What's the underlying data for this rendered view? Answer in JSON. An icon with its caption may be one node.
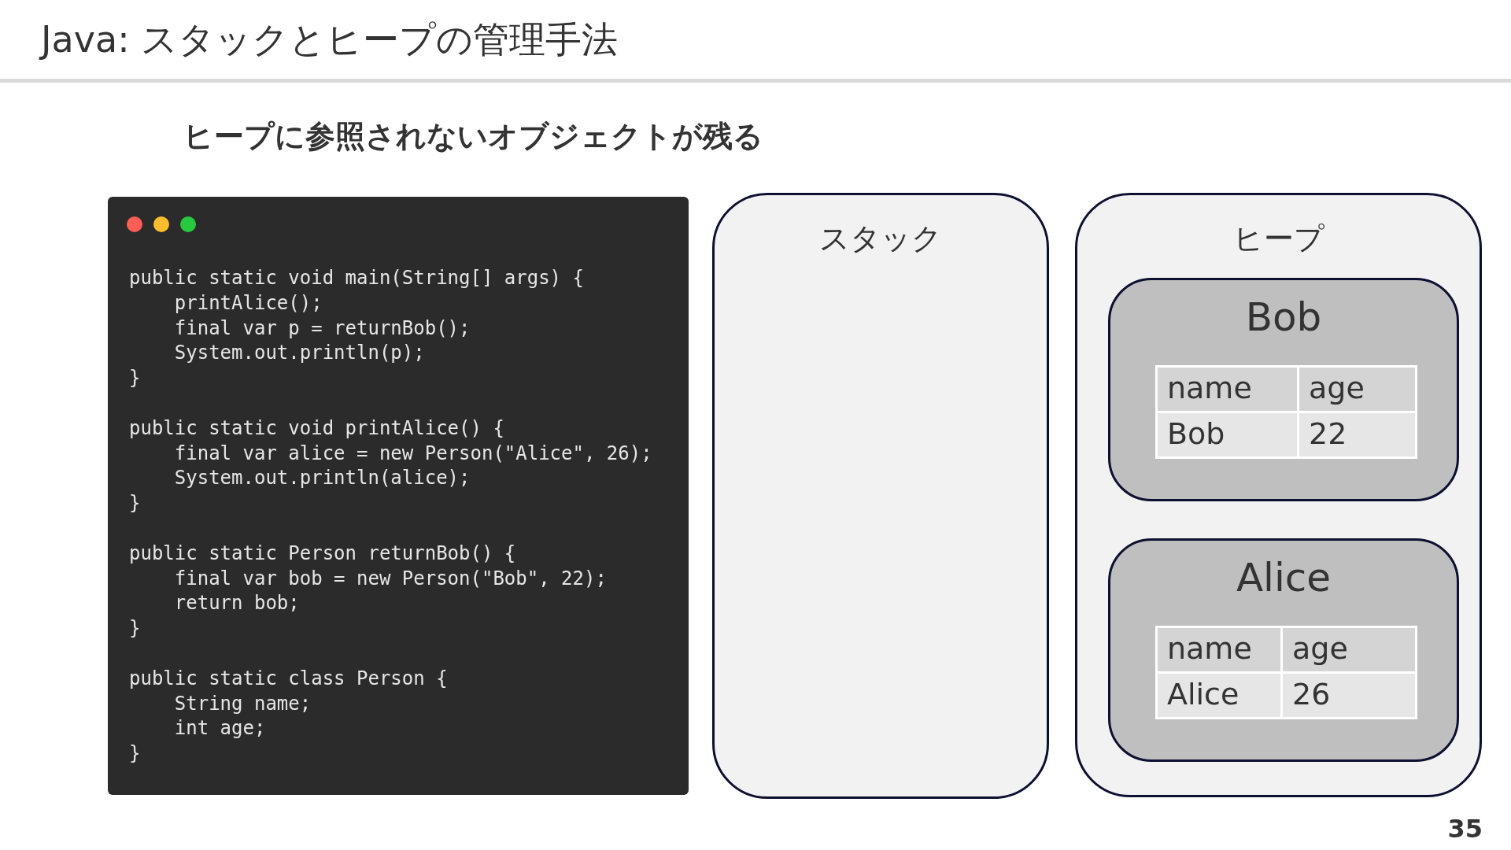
{
  "diagram": {
    "title": "Java: スタックとヒープの管理手法",
    "nodes": [
      {
        "text": [
          "public static void main(String[] args) {",
          "    printAlice();",
          "    final var p = returnBob();",
          "    System.out.println(p);",
          "}",
          "public static void printAlice() {",
          "    final var alice = new Person(\"Alice\", 26);",
          "    System.out.println(alice);",
          "}",
          "public static Person returnBob() {",
          "    final var bob = new Person(\"Bob\", 22);",
          "    return bob;",
          "}",
          "public static class Person {",
          "    String name;",
          "    int age;",
          "}"
        ]
      },
      {
        "text": [
          "スタック"
        ]
      },
      {
        "text": [
          "ヒープ"
        ]
      },
      {
        "text": [
          "Bob",
          "name",
          "age",
          "Bob",
          "22"
        ],
        "in": 2
      },
      {
        "text": [
          "Alice",
          "name",
          "age",
          "Alice",
          "26"
        ],
        "in": 2
      }
    ],
    "labels": [
      "ヒープに参照されないオブジェクトが残る",
      "35"
    ]
  }
}
